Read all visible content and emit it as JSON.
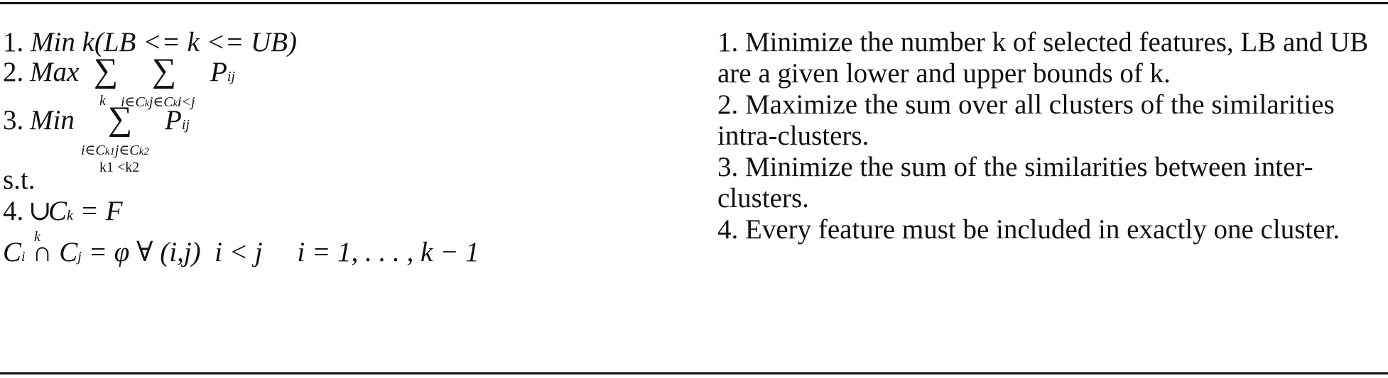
{
  "formulation": {
    "line1": {
      "num": "1. ",
      "expr": "Min k(LB <= k <= UB)"
    },
    "line2": {
      "num": "2. ",
      "op": "Max",
      "sum1": "∑",
      "sub1": "k",
      "sum2": "∑",
      "sub2": "i∈C",
      "sub2b": "k",
      "sub2c": "j∈C",
      "sub2d": "k",
      "sub2e": "i<j",
      "term": "P",
      "term_sub": "ij"
    },
    "line3": {
      "num": "3. ",
      "op": "Min",
      "sum": "∑",
      "sub_a": "i∈C",
      "sub_b": "k1",
      "sub_c": "j∈C",
      "sub_d": "k2",
      "sub_e": "k1 <k2",
      "term": "P",
      "term_sub": "ij"
    },
    "st": "s.t.",
    "line4": {
      "num": "4. ",
      "union": "∪",
      "union_sub": "k",
      "expr": "C",
      "expr_sub": "k",
      "rhs": " = F"
    },
    "line5": "C",
    "line5_i": "i",
    "line5_mid": " ∩ C",
    "line5_j": "j",
    "line5_rest": " = φ ∀ (i,j)  i < j     i = 1, . . . , k − 1"
  },
  "descriptions": [
    "1. Minimize the number k of selected features, LB and UB are a given lower and upper bounds of k.",
    "2. Maximize the sum over all clusters of the similarities intra-clusters.",
    "3. Minimize the sum of the similarities between inter-clusters.",
    "4. Every feature must be included in exactly one cluster."
  ]
}
